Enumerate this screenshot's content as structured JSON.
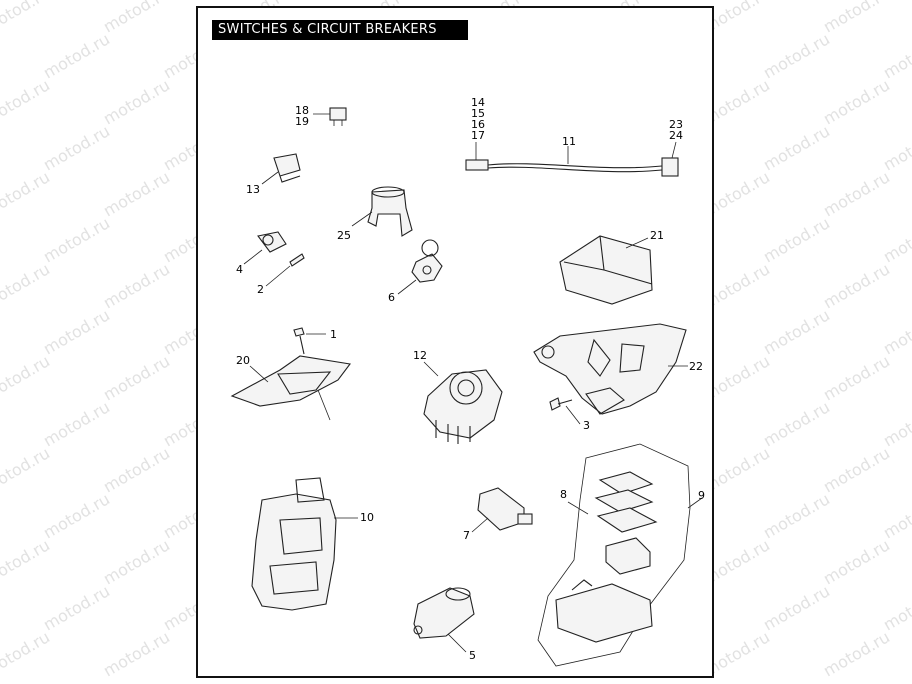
{
  "page": {
    "title": "SWITCHES & CIRCUIT BREAKERS"
  },
  "watermark": {
    "text": "motod.ru",
    "color": "#e2e2e2"
  },
  "callouts": {
    "c1": "1",
    "c2": "2",
    "c3": "3",
    "c4": "4",
    "c5": "5",
    "c6": "6",
    "c7": "7",
    "c8": "8",
    "c9": "9",
    "c10": "10",
    "c11": "11",
    "c12": "12",
    "c13": "13",
    "c14": "14",
    "c15": "15",
    "c16": "16",
    "c17": "17",
    "c18": "18",
    "c19": "19",
    "c20": "20",
    "c21": "21",
    "c22": "22",
    "c23": "23",
    "c24": "24",
    "c25": "25"
  }
}
